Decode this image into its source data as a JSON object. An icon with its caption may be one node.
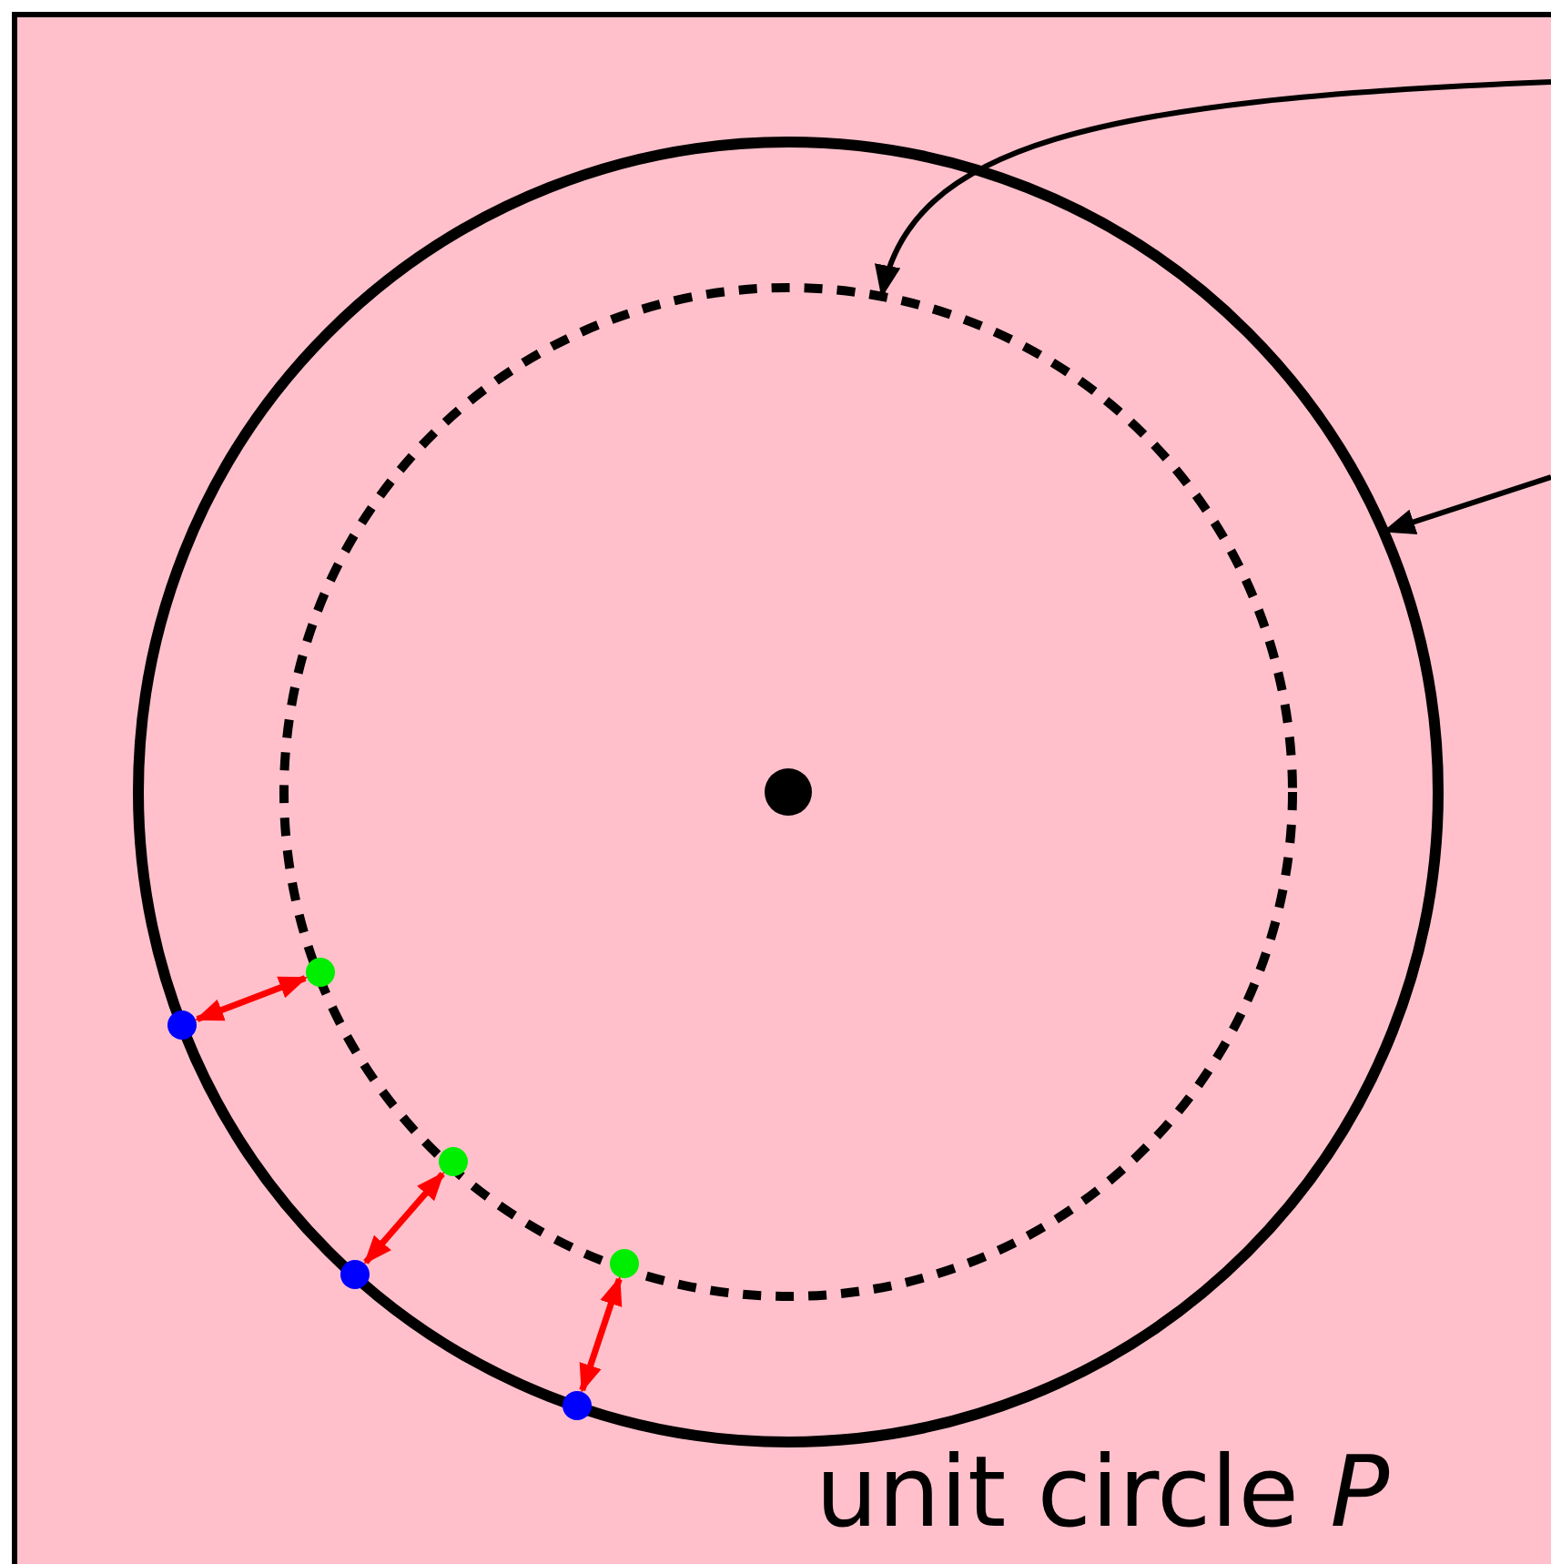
{
  "diagram": {
    "nodes": [
      {
        "text": [],
        "shape": "box"
      },
      {
        "text": [],
        "shape": "circle",
        "in": 0
      },
      {
        "text": [],
        "shape": "circle",
        "in": 1
      },
      {
        "text": [],
        "shape": "circle",
        "in": 2
      },
      {
        "text": [],
        "shape": "circle",
        "in": 0
      },
      {
        "text": [],
        "shape": "circle",
        "in": 1
      },
      {
        "text": [],
        "shape": "circle",
        "in": 0
      },
      {
        "text": [],
        "shape": "circle",
        "in": 2
      },
      {
        "text": [],
        "shape": "circle",
        "in": 2
      },
      {
        "text": [],
        "shape": "circle",
        "in": 2
      }
    ],
    "edges": [
      {
        "from": null,
        "to": 2,
        "arrow": "to",
        "color": "#000000"
      },
      {
        "from": null,
        "to": 1,
        "arrow": "to",
        "color": "#000000"
      },
      {
        "from": 4,
        "to": 7,
        "arrow": "both",
        "color": "#ff0000"
      },
      {
        "from": 5,
        "to": 8,
        "arrow": "both",
        "color": "#ff0000"
      },
      {
        "from": 6,
        "to": 9,
        "arrow": "both",
        "color": "#ff0000"
      }
    ],
    "labels": [
      "unit circle *P*"
    ]
  }
}
